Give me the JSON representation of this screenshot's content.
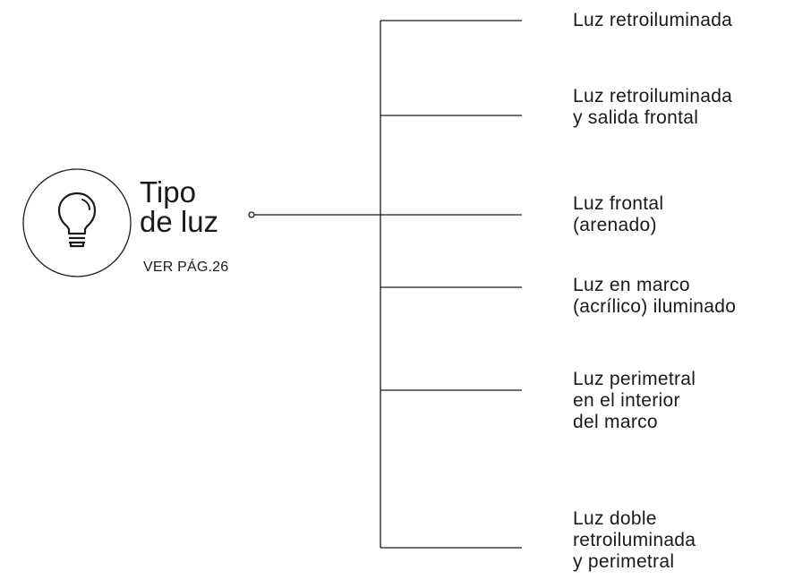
{
  "source": {
    "title_lines": [
      "Tipo",
      "de luz"
    ],
    "reference": "VER PÁG.26",
    "icon": "lightbulb-icon"
  },
  "options": [
    {
      "lines": [
        "Luz retroiluminada"
      ]
    },
    {
      "lines": [
        "Luz retroiluminada",
        "y salida frontal"
      ]
    },
    {
      "lines": [
        "Luz frontal",
        "(arenado)"
      ]
    },
    {
      "lines": [
        "Luz en marco",
        "(acrílico) iluminado"
      ]
    },
    {
      "lines": [
        "Luz perimetral",
        "en el interior",
        "del marco"
      ]
    },
    {
      "lines": [
        "Luz doble",
        "retroiluminada",
        "y perimetral"
      ]
    }
  ]
}
